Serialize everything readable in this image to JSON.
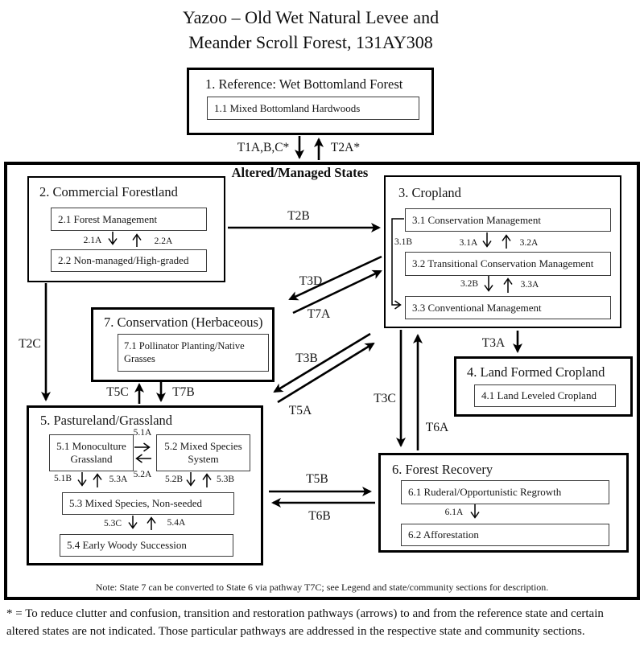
{
  "title": {
    "line1": "Yazoo – Old Wet Natural Levee and",
    "line2": "Meander Scroll Forest, 131AY308"
  },
  "reference": {
    "title": "1. Reference: Wet Bottomland Forest",
    "community": "1.1 Mixed Bottomland Hardwoods"
  },
  "container": {
    "title": "Altered/Managed States",
    "note": "Note: State 7 can be converted to State 6 via pathway T7C; see Legend and state/community sections for description."
  },
  "state2": {
    "title": "2. Commercial Forestland",
    "c21": "2.1 Forest Management",
    "c22": "2.2 Non-managed/High-graded",
    "pathways": {
      "p21a": "2.1A",
      "p22a": "2.2A"
    }
  },
  "state3": {
    "title": "3. Cropland",
    "c31": "3.1 Conservation Management",
    "c32": "3.2 Transitional Conservation Management",
    "c33": "3.3 Conventional Management",
    "pathways": {
      "p31a": "3.1A",
      "p32a": "3.2A",
      "p31b": "3.1B",
      "p32b": "3.2B",
      "p33a": "3.3A"
    }
  },
  "state4": {
    "title": "4. Land Formed Cropland",
    "c41": "4.1 Land Leveled Cropland"
  },
  "state5": {
    "title": "5. Pastureland/Grassland",
    "c51": "5.1 Monoculture Grassland",
    "c52": "5.2 Mixed Species System",
    "c53": "5.3 Mixed Species, Non-seeded",
    "c54": "5.4 Early Woody Succession",
    "pathways": {
      "p51a": "5.1A",
      "p52a": "5.2A",
      "p51b": "5.1B",
      "p53a": "5.3A",
      "p52b": "5.2B",
      "p53b": "5.3B",
      "p53c": "5.3C",
      "p54a": "5.4A"
    }
  },
  "state6": {
    "title": "6. Forest Recovery",
    "c61": "6.1 Ruderal/Opportunistic Regrowth",
    "c62": "6.2 Afforestation",
    "pathways": {
      "p61a": "6.1A"
    }
  },
  "state7": {
    "title": "7. Conservation (Herbaceous)",
    "c71": "7.1 Pollinator Planting/Native Grasses"
  },
  "transitions": {
    "t1": "T1A,B,C*",
    "t2a": "T2A*",
    "t2b": "T2B",
    "t2c": "T2C",
    "t3a": "T3A",
    "t3b": "T3B",
    "t3c": "T3C",
    "t3d": "T3D",
    "t5a": "T5A",
    "t5b": "T5B",
    "t5c": "T5C",
    "t6a": "T6A",
    "t6b": "T6B",
    "t7a": "T7A",
    "t7b": "T7B"
  },
  "footnote": "* = To reduce clutter and confusion, transition and restoration pathways (arrows) to and from the reference state and certain altered states are not indicated. Those particular pathways are addressed in the respective state and community sections."
}
